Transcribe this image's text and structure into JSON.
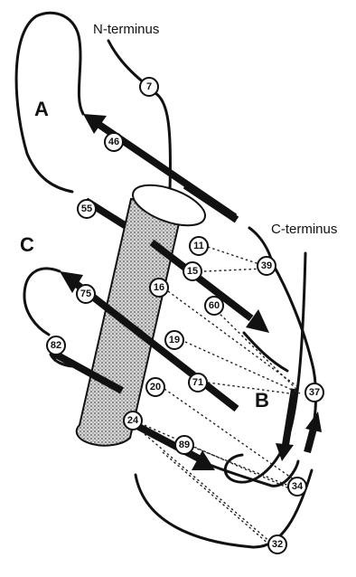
{
  "labels": {
    "n_terminus": "N-terminus",
    "c_terminus": "C-terminus",
    "sheet_a": "A",
    "sheet_b": "B",
    "sheet_c": "C"
  },
  "residues": {
    "r7": "7",
    "r46": "46",
    "r55": "55",
    "r11": "11",
    "r15": "15",
    "r16": "16",
    "r60": "60",
    "r39": "39",
    "r75": "75",
    "r19": "19",
    "r82": "82",
    "r71": "71",
    "r20": "20",
    "r37": "37",
    "r24": "24",
    "r89": "89",
    "r34": "34",
    "r32": "32"
  }
}
